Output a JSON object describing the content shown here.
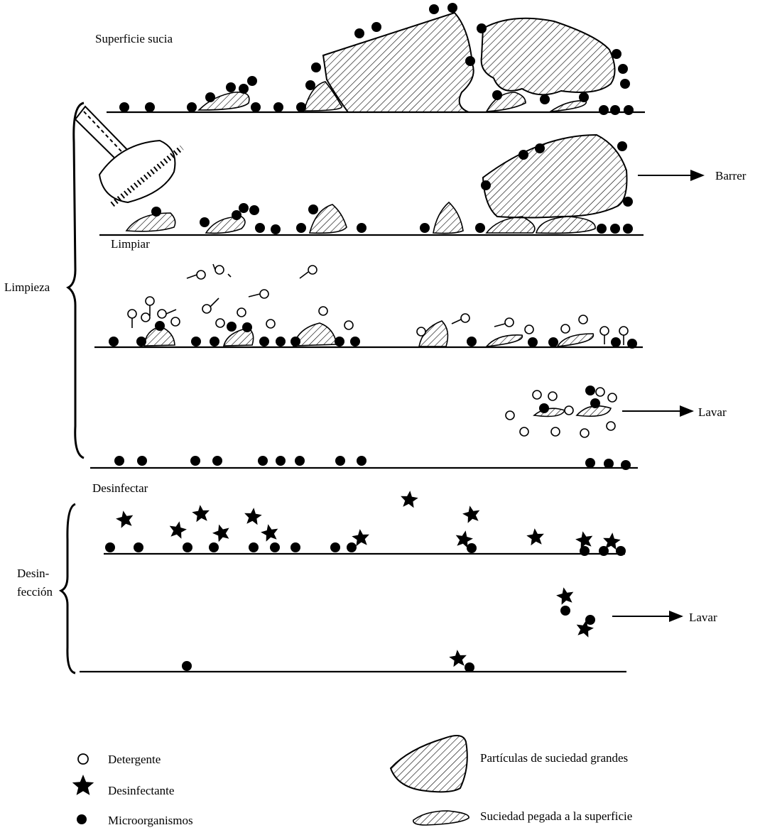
{
  "labels": {
    "superficie_sucia": "Superficie sucia",
    "barrer": "Barrer",
    "limpiar": "Limpiar",
    "limpieza": "Limpieza",
    "lavar_1": "Lavar",
    "desinfectar": "Desinfectar",
    "desinfeccion_1": "Desin-",
    "desinfeccion_2": "fección",
    "lavar_2": "Lavar"
  },
  "legend": {
    "detergente": "Detergente",
    "desinfectante": "Desinfectante",
    "microorganismos": "Microorganismos",
    "particulas_grandes": "Partículas de suciedad grandes",
    "suciedad_pegada": "Suciedad pegada a la superficie"
  },
  "icons": [
    "open-circle-icon",
    "star-icon",
    "filled-circle-icon",
    "large-hatched-particle-icon",
    "small-hatched-deposit-icon",
    "brush-icon",
    "arrow-right-icon"
  ],
  "colors": {
    "ink": "#000000",
    "paper": "#ffffff"
  }
}
